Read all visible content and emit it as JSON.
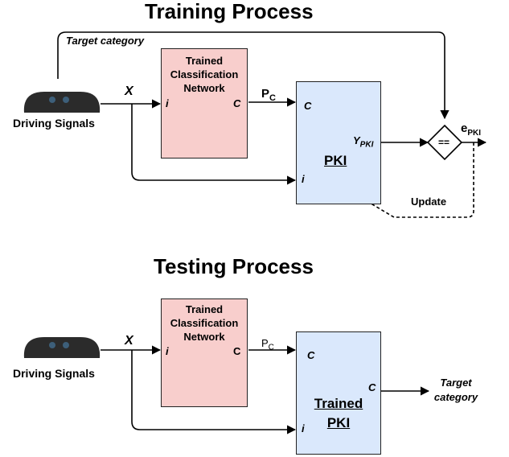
{
  "colors": {
    "network_fill": "#f8cecc",
    "pki_fill": "#dae8fc",
    "device": "#2b2b2b"
  },
  "training": {
    "title": "Training Process",
    "target_category": "Target category",
    "input_x": "X",
    "source": "Driving Signals",
    "network": {
      "line1": "Trained",
      "line2": "Classification",
      "line3": "Network",
      "port_in": "i",
      "port_out": "C"
    },
    "pc_main": "P",
    "pc_sub": "C",
    "pki": {
      "label": "PKI",
      "port_c": "C",
      "port_i": "i",
      "out_main": "Y",
      "out_sub": "PKI"
    },
    "compare": "==",
    "error_main": "e",
    "error_sub": "PKI",
    "update": "Update"
  },
  "testing": {
    "title": "Testing Process",
    "input_x": "X",
    "source": "Driving Signals",
    "network": {
      "line1": "Trained",
      "line2": "Classification",
      "line3": "Network",
      "port_in": "i",
      "port_out": "C"
    },
    "pc_main": "P",
    "pc_sub": "C",
    "pki": {
      "line1": "Trained",
      "line2": "PKI",
      "port_c": "C",
      "port_i": "i",
      "port_out": "C"
    },
    "output_line1": "Target",
    "output_line2": "category"
  }
}
